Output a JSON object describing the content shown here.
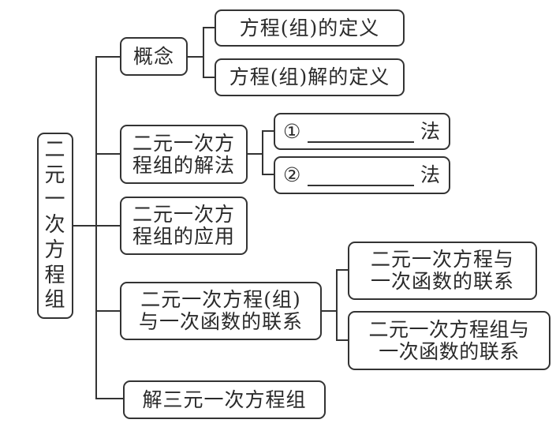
{
  "root": {
    "label": "二元一次方程组",
    "chars": [
      "二",
      "元",
      "一",
      "次",
      "方",
      "程",
      "组"
    ]
  },
  "branches": [
    {
      "label_lines": [
        "概念"
      ],
      "children": [
        {
          "label_lines": [
            "方程(组)的定义"
          ]
        },
        {
          "label_lines": [
            "方程(组)解的定义"
          ]
        }
      ]
    },
    {
      "label_lines": [
        "二元一次方",
        "程组的解法"
      ],
      "children": [
        {
          "number": "①",
          "blank": "",
          "suffix": "法"
        },
        {
          "number": "②",
          "blank": "",
          "suffix": "法"
        }
      ]
    },
    {
      "label_lines": [
        "二元一次方",
        "程组的应用"
      ],
      "children": []
    },
    {
      "label_lines": [
        "二元一次方程(组)",
        "与一次函数的联系"
      ],
      "children": [
        {
          "label_lines": [
            "二元一次方程与",
            "一次函数的联系"
          ]
        },
        {
          "label_lines": [
            "二元一次方程组与",
            "一次函数的联系"
          ]
        }
      ]
    },
    {
      "label_lines": [
        "解三元一次方程组"
      ],
      "children": []
    }
  ]
}
